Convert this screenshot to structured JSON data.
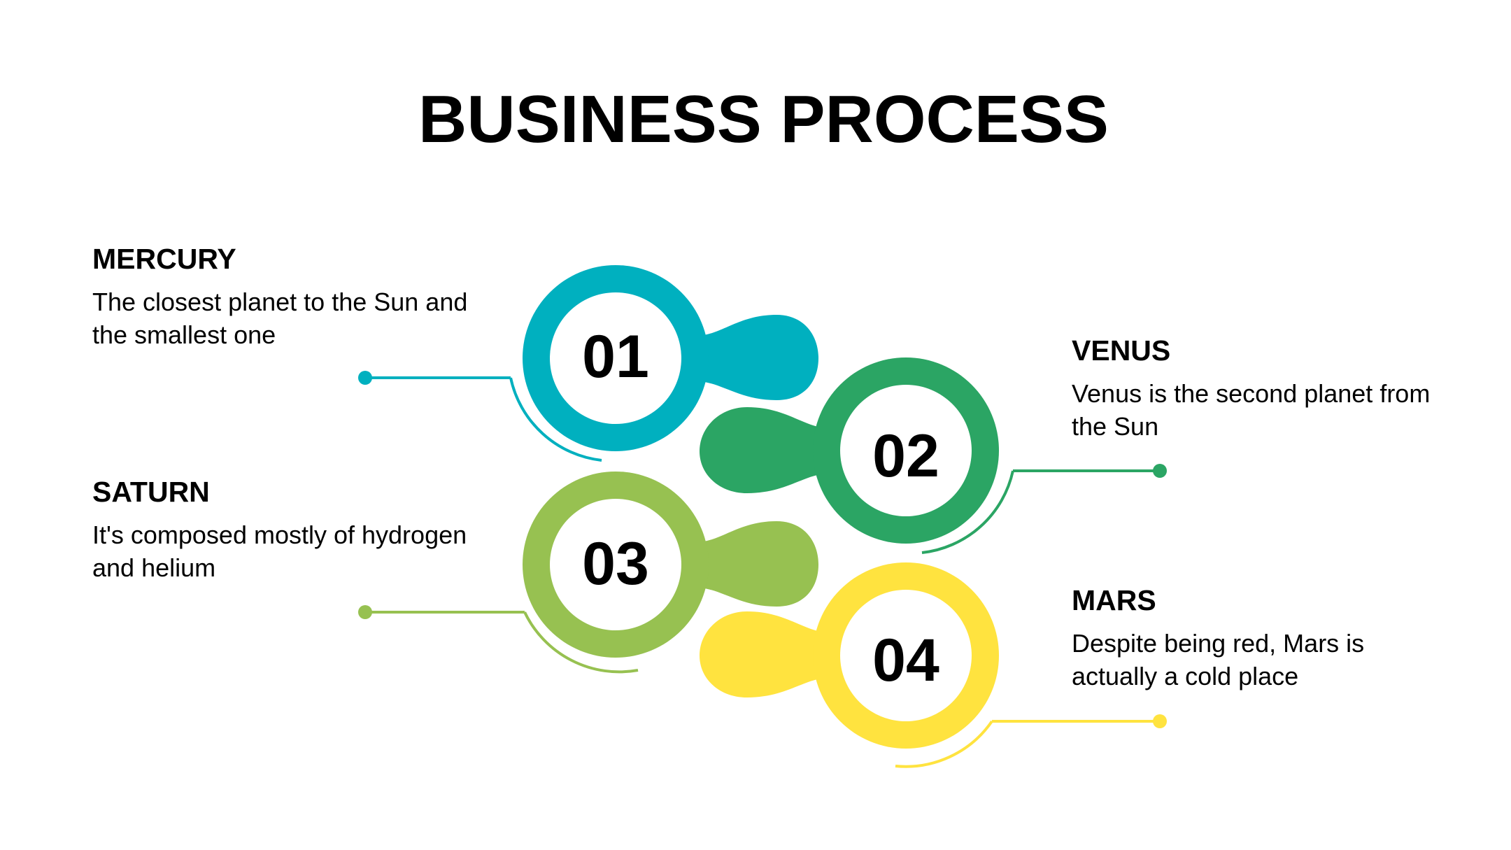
{
  "title": "BUSINESS PROCESS",
  "colors": {
    "step1": "#00B0BF",
    "step2": "#2BA564",
    "step3": "#97C151",
    "step4": "#FFE33F"
  },
  "steps": [
    {
      "number": "01",
      "heading": "MERCURY",
      "description": "The closest planet to the Sun and the smallest one"
    },
    {
      "number": "02",
      "heading": "VENUS",
      "description": "Venus is the second planet from the Sun"
    },
    {
      "number": "03",
      "heading": "SATURN",
      "description": "It's composed mostly of hydrogen and helium"
    },
    {
      "number": "04",
      "heading": "MARS",
      "description": "Despite being red, Mars is actually a cold place"
    }
  ]
}
